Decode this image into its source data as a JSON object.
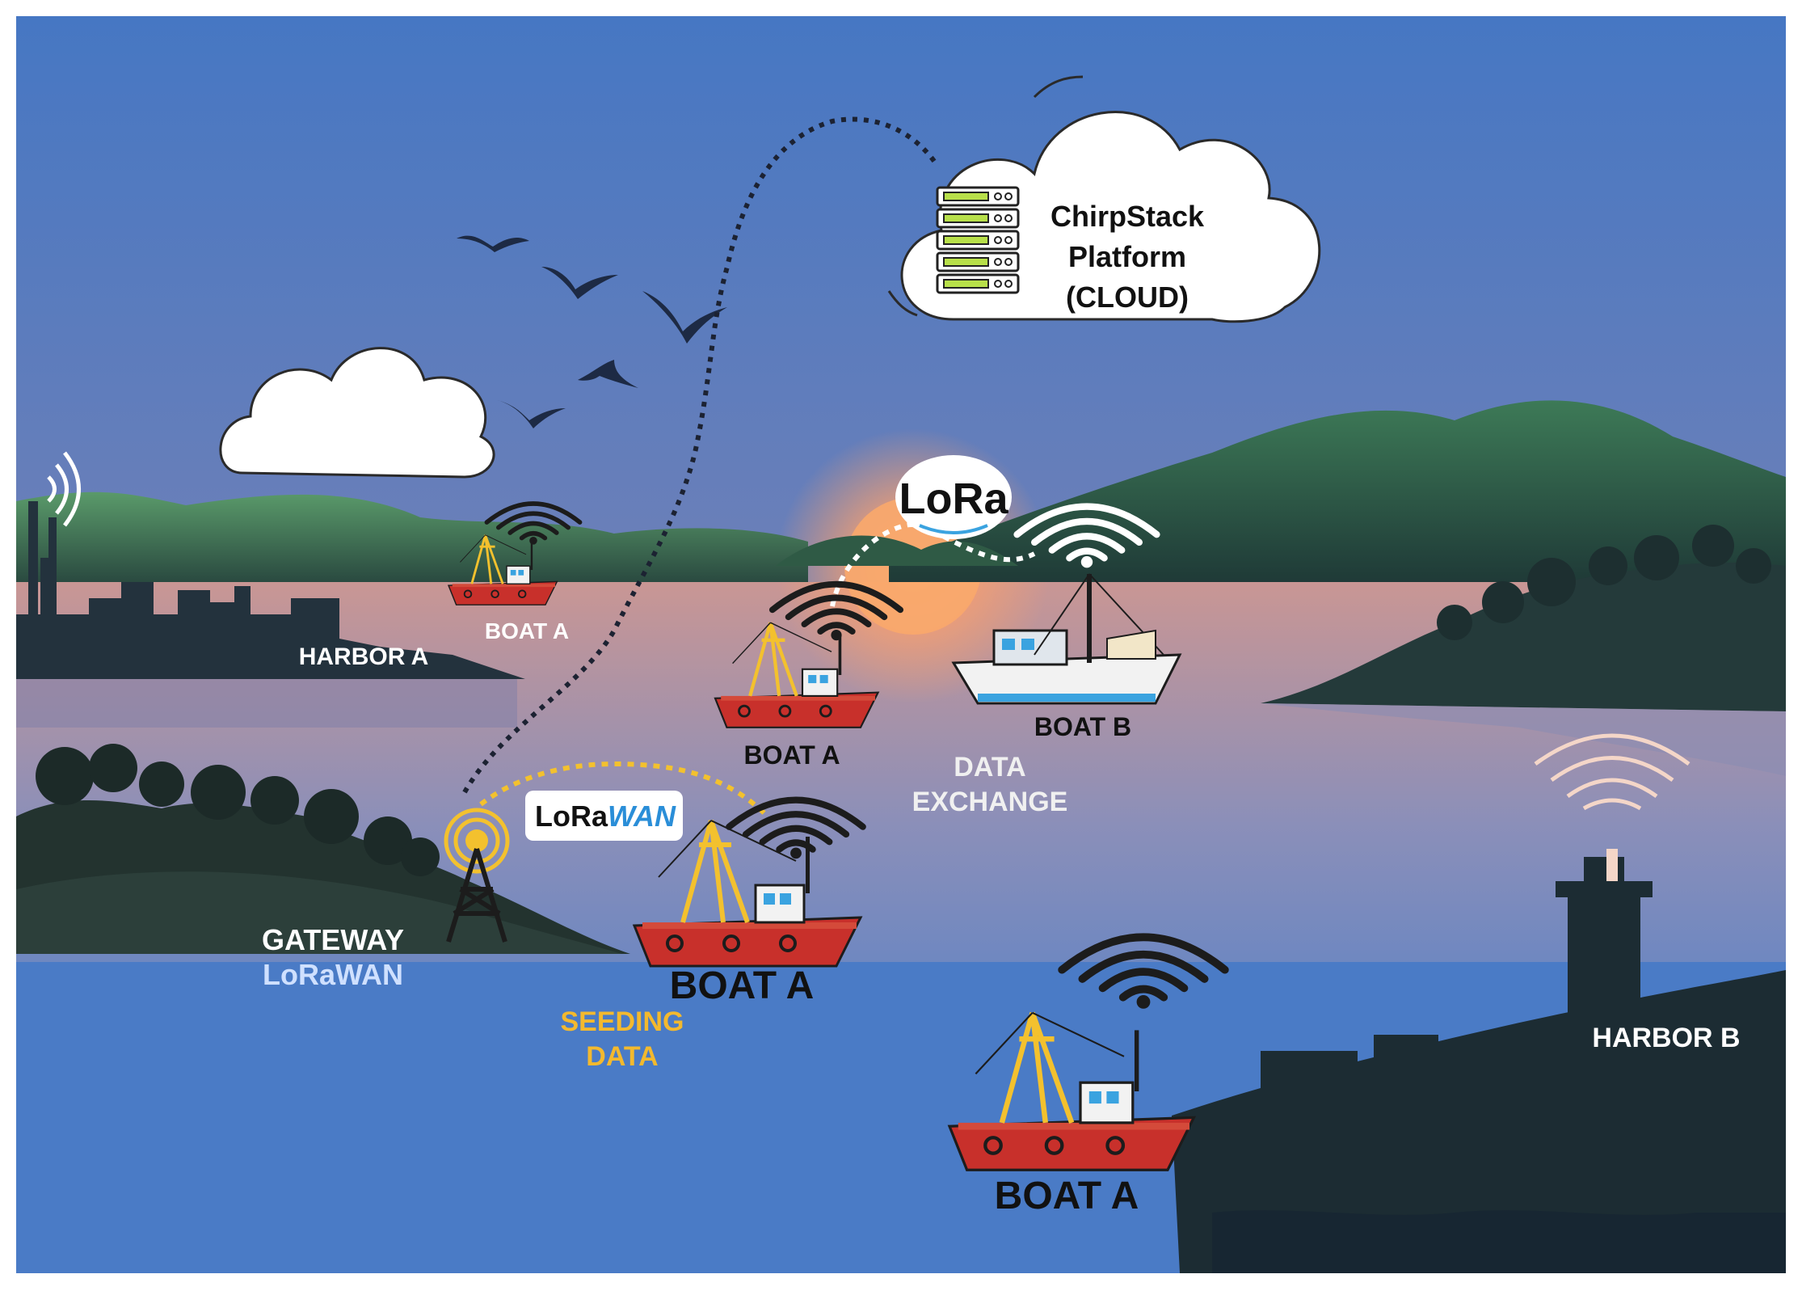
{
  "colors": {
    "sky_top": "#4a7cc4",
    "sky_mid": "#7b86b3",
    "sky_low": "#d99a86",
    "water": "#4f7ec8",
    "boat_red": "#c8302b",
    "lora_yellow": "#f3b92e",
    "white_label": "#ffffff",
    "blue_label": "#cfe0ff",
    "dark_label": "#111111",
    "silhouette": "#1f2d33",
    "hill_green": "#2f5a45"
  },
  "cloud": {
    "title_line1": "ChirpStack",
    "title_line2": "Platform",
    "title_line3": "(CLOUD)"
  },
  "badges": {
    "lora": "LoRa",
    "lorawan_prefix": "LoRa",
    "lorawan_suffix": "WAN"
  },
  "labels": {
    "harbor_a": "HARBOR A",
    "harbor_b": "HARBOR B",
    "boat_a_far": "BOAT A",
    "boat_a_mid": "BOAT A",
    "boat_b": "BOAT B",
    "boat_a_near": "BOAT A",
    "boat_a_front": "BOAT A",
    "gateway_line1": "GATEWAY",
    "gateway_line2": "LoRaWAN",
    "seeding_line1": "SEEDING",
    "seeding_line2": "DATA",
    "exchange_line1": "DATA",
    "exchange_line2": "EXCHANGE"
  },
  "icons": {
    "server": "server-rack-icon",
    "tower": "radio-tower-icon",
    "signal": "wifi-signal-icon",
    "bird": "bird-icon",
    "boat": "fishing-boat-icon"
  }
}
